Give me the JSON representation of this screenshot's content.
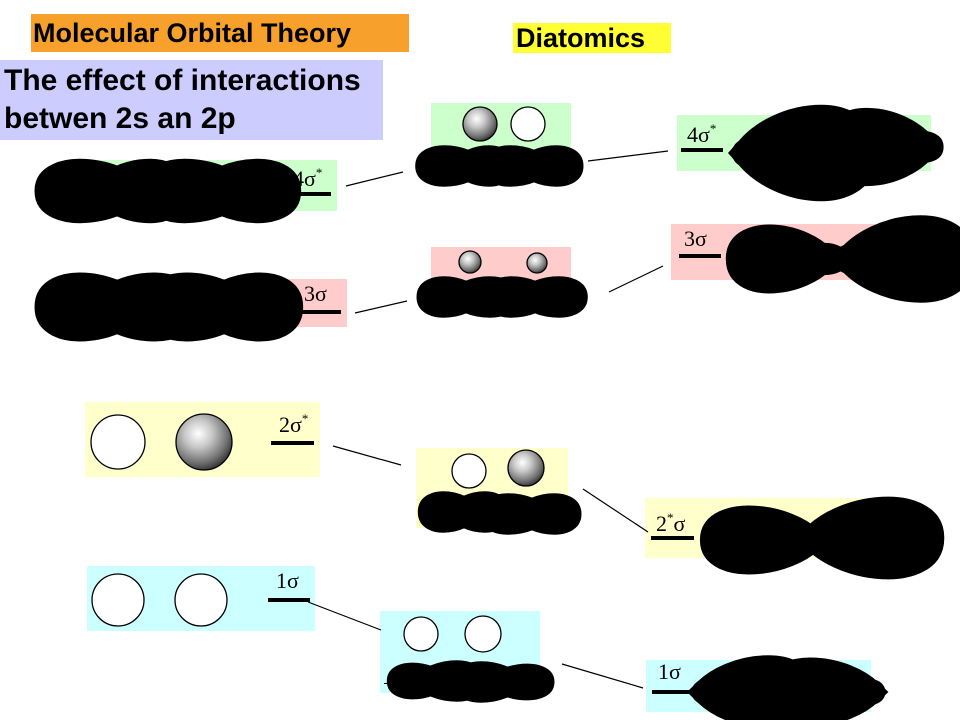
{
  "header": {
    "title": "Molecular Orbital Theory",
    "subtitle": "Diatomics"
  },
  "caption": {
    "line1": "The effect of interactions",
    "line2": "betwen 2s an 2p"
  },
  "levels": {
    "left_4sigma": {
      "base": "4σ",
      "sup": "*"
    },
    "left_3sigma": {
      "base": "3σ"
    },
    "left_2sigma": {
      "base": "2σ",
      "sup": "*"
    },
    "left_1sigma": {
      "base": "1σ"
    },
    "right_4sigma": {
      "base": "4σ",
      "sup": "*"
    },
    "right_3sigma": {
      "base": "3σ"
    },
    "right_2sigma": {
      "base": "2",
      "sup": "*",
      "tail": "σ"
    },
    "right_1sigma": {
      "base": "1σ"
    }
  },
  "plus_sign": "+",
  "colors": {
    "title_bg": "#f7a12c",
    "diatomics_bg": "#ffff33",
    "caption_bg": "#ccccff",
    "green": "#ccffcc",
    "pink": "#ffcccc",
    "yellow": "#ffffcc",
    "cyan": "#ccffff"
  }
}
